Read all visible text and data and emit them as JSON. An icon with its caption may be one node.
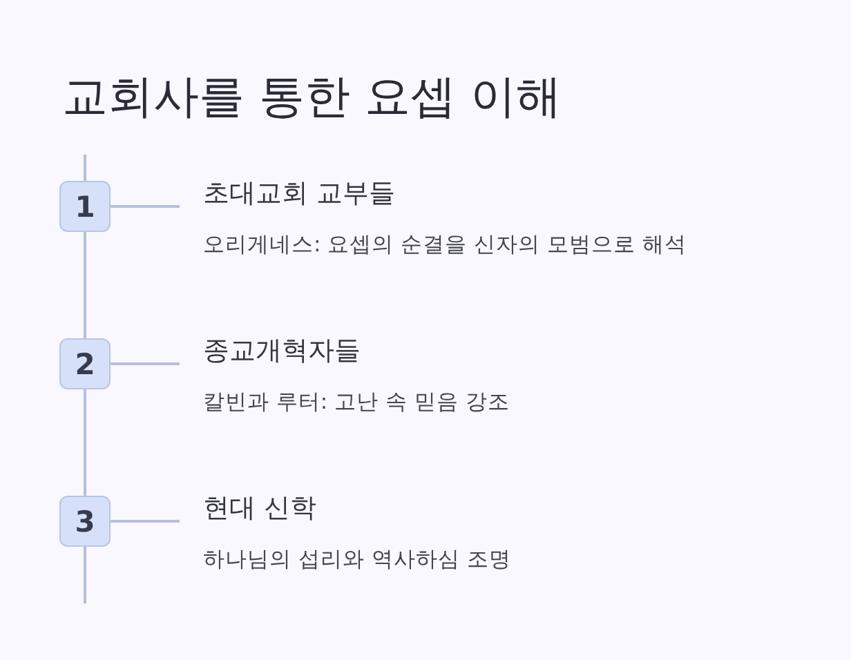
{
  "diagram": {
    "title": "교회사를 통한 요셉 이해",
    "nodes": [
      {
        "text": [
          "1"
        ]
      },
      {
        "text": [
          "초대교회 교부들",
          "오리게네스: 요셉의 순결을 신자의 모범으로 해석"
        ]
      },
      {
        "text": [
          "2"
        ]
      },
      {
        "text": [
          "종교개혁자들",
          "칼빈과 루터: 고난 속 믿음 강조"
        ]
      },
      {
        "text": [
          "3"
        ]
      },
      {
        "text": [
          "현대 신학",
          "하나님의 섭리와 역사하심 조명"
        ]
      }
    ],
    "edges": [
      {
        "from": 0,
        "to": 1,
        "arrow": "none"
      },
      {
        "from": 0,
        "to": 2,
        "arrow": "none"
      },
      {
        "from": 2,
        "to": 3,
        "arrow": "none"
      },
      {
        "from": 2,
        "to": 4,
        "arrow": "none"
      },
      {
        "from": 4,
        "to": 5,
        "arrow": "none"
      }
    ]
  }
}
